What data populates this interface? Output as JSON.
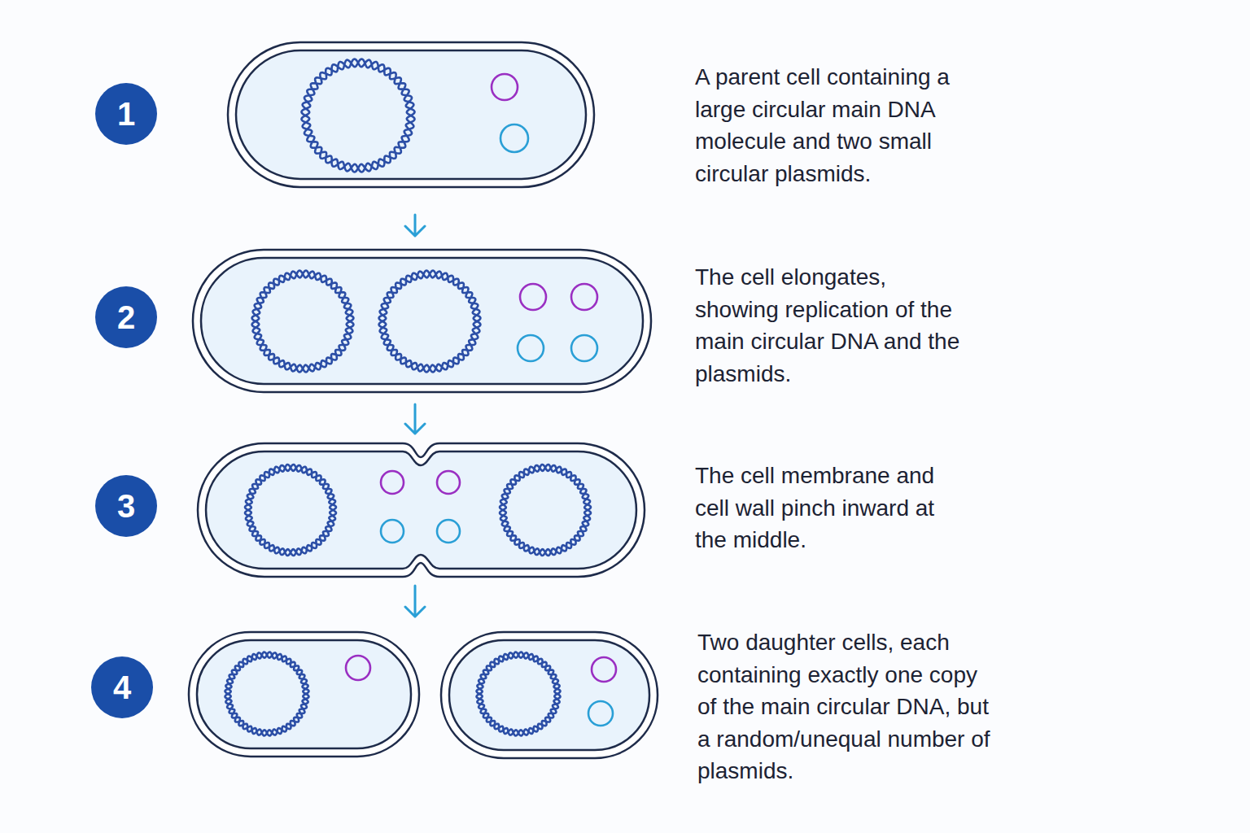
{
  "diagram": {
    "nodes": [
      {
        "text": [
          "1"
        ]
      },
      {
        "text": [
          "2"
        ]
      },
      {
        "text": [
          "3"
        ]
      },
      {
        "text": [
          "4"
        ]
      }
    ],
    "labels": [
      "A parent cell containing a large circular main DNA molecule and two small circular plasmids.",
      "The cell elongates, showing replication of the main circular DNA and the plasmids.",
      "The cell membrane and cell wall pinch inward at the middle.",
      "Two daughter cells, each containing exactly one copy of the main circular DNA, but a random/unequal number of plasmids."
    ]
  }
}
